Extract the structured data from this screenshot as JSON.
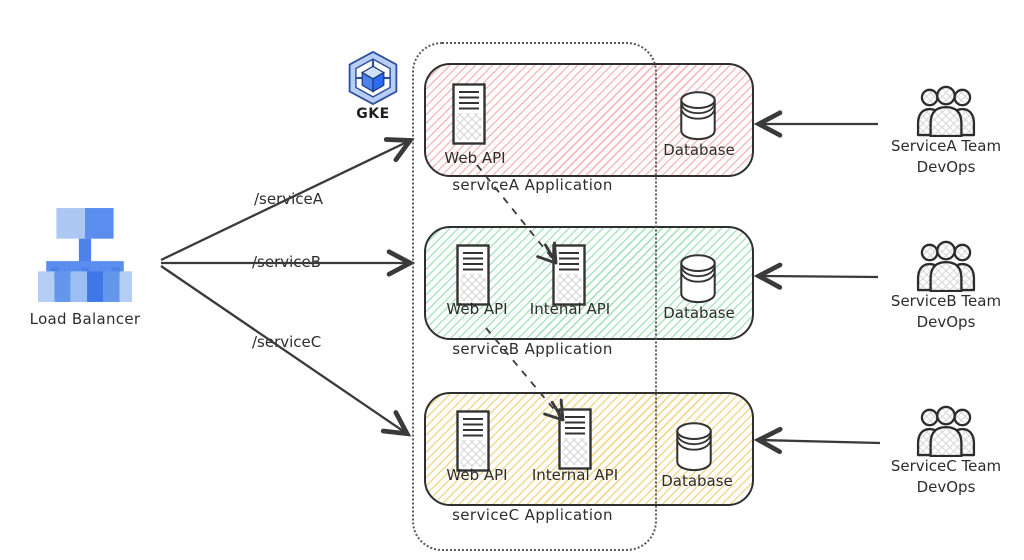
{
  "load_balancer": {
    "label": "Load Balancer"
  },
  "gke": {
    "label": "GKE"
  },
  "routes": [
    {
      "label": "/serviceA"
    },
    {
      "label": "/serviceB"
    },
    {
      "label": "/serviceC"
    }
  ],
  "services": [
    {
      "name": "serviceA",
      "caption": "serviceA Application",
      "hatch_color": "#f6bcbc",
      "components": [
        {
          "label": "Web API"
        }
      ],
      "database_label": "Database"
    },
    {
      "name": "serviceB",
      "caption": "serviceB Application",
      "hatch_color": "#abe5bf",
      "components": [
        {
          "label": "Web API"
        },
        {
          "label": "Intenal API"
        }
      ],
      "database_label": "Database"
    },
    {
      "name": "serviceC",
      "caption": "serviceC Application",
      "hatch_color": "#f3d98e",
      "components": [
        {
          "label": "Web API"
        },
        {
          "label": "Internal API"
        }
      ],
      "database_label": "Database"
    }
  ],
  "teams": [
    {
      "line1": "ServiceA Team",
      "line2": "DevOps"
    },
    {
      "line1": "ServiceB Team",
      "line2": "DevOps"
    },
    {
      "line1": "ServiceC Team",
      "line2": "DevOps"
    }
  ],
  "colors": {
    "stroke": "#3a3a3a",
    "lb_blue": "#5b8def",
    "lb_blue_light": "#b3cdf5",
    "lb_blue_dark": "#3f78e6",
    "gke_blue": "#4d82e8"
  }
}
